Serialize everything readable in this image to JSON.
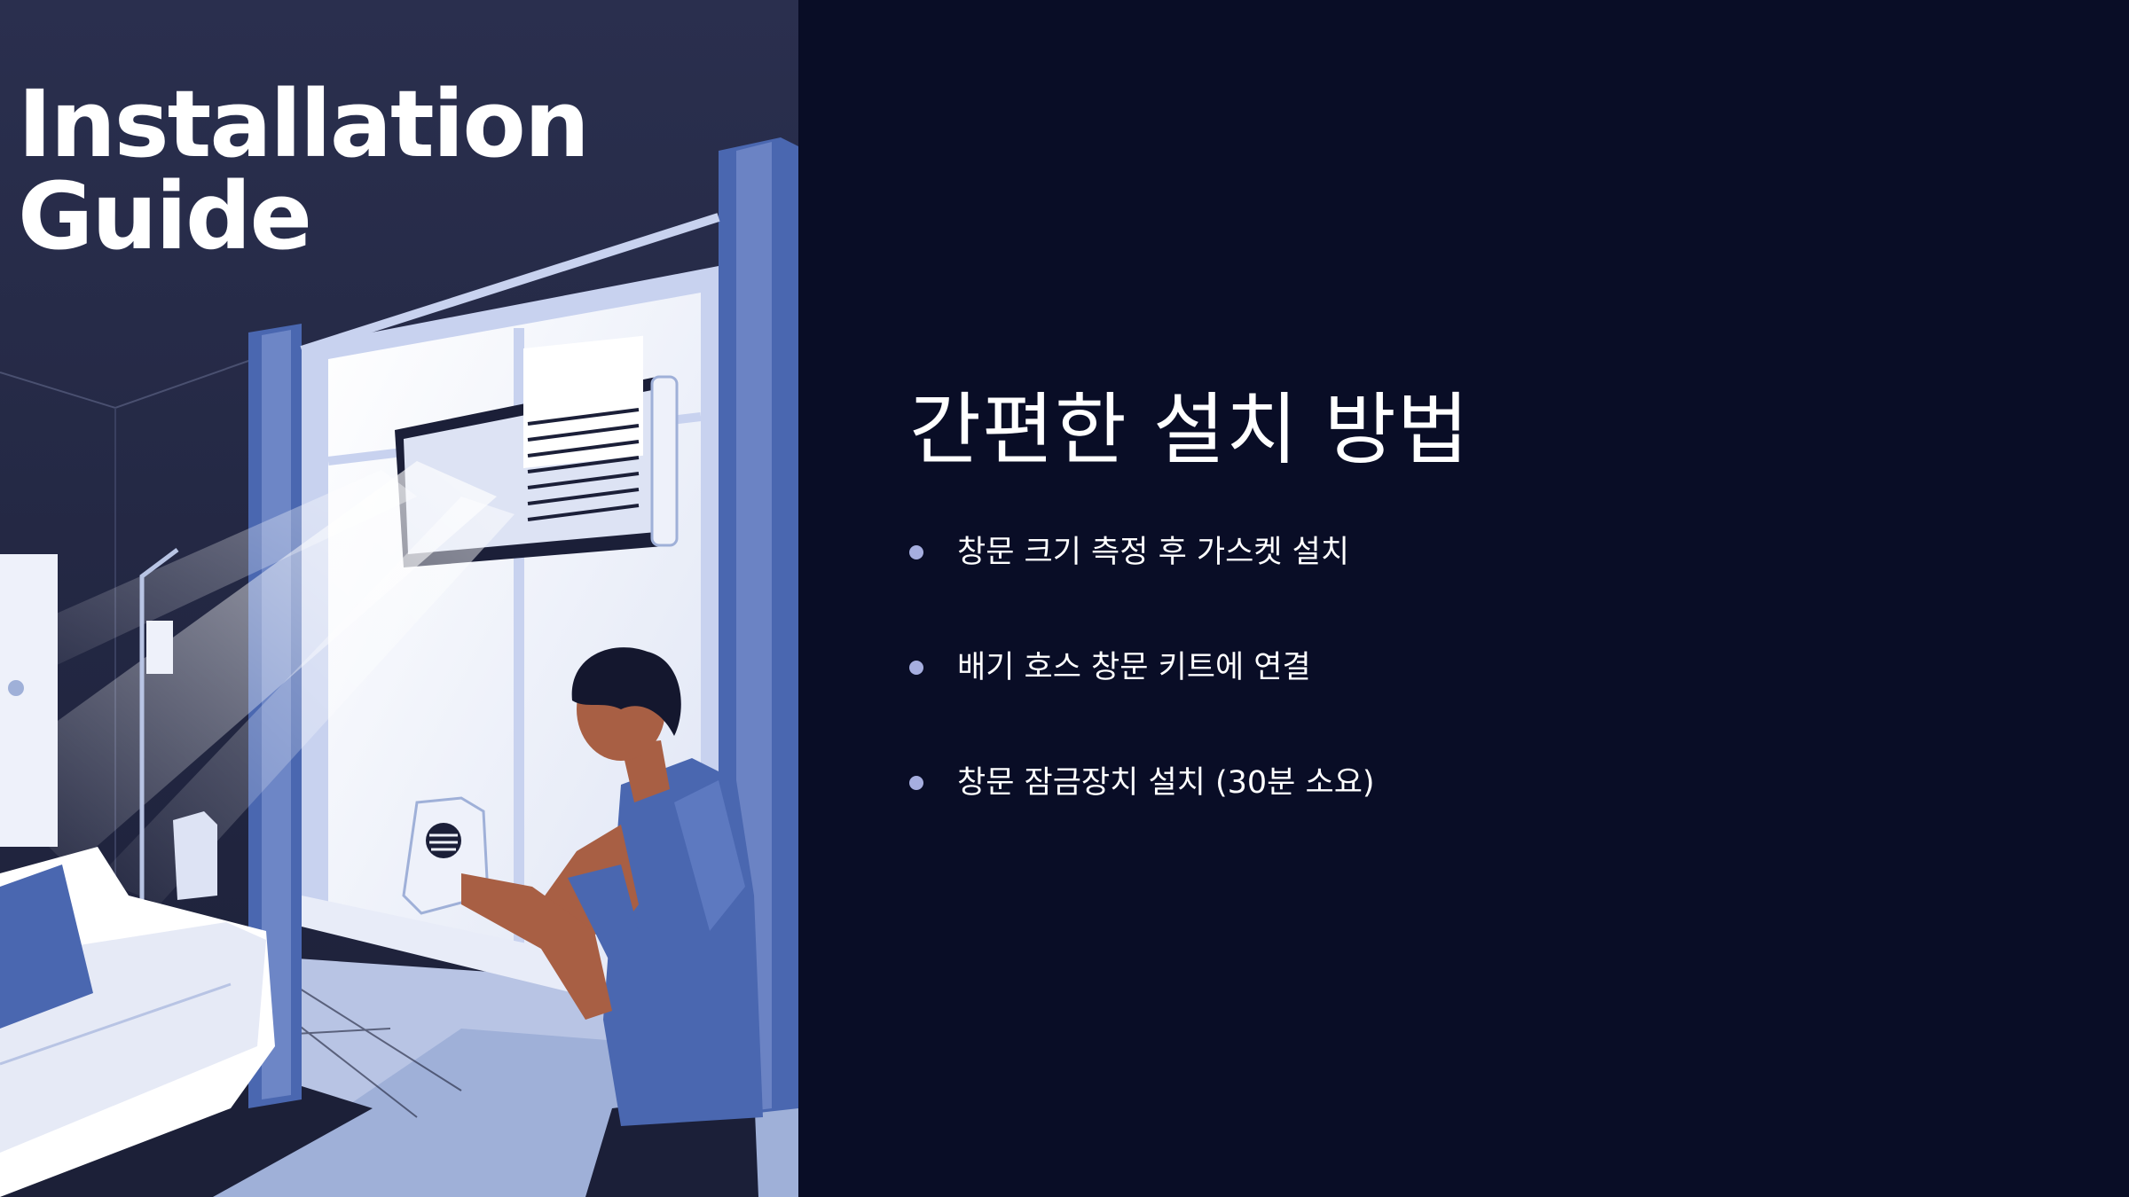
{
  "illustration": {
    "title_line1": "Installation",
    "title_line2": "Guide"
  },
  "content": {
    "heading": "간편한 설치 방법",
    "bullets": [
      {
        "text": "창문 크기 측정 후 가스켓 설치"
      },
      {
        "text": "배기 호스 창문 키트에 연결"
      },
      {
        "text": "창문 잠금장치 설치 (30분 소요)"
      }
    ]
  },
  "colors": {
    "background": "#090d26",
    "accent_blue": "#4a67b0",
    "bullet": "#a6aee0",
    "text": "#ffffff"
  }
}
